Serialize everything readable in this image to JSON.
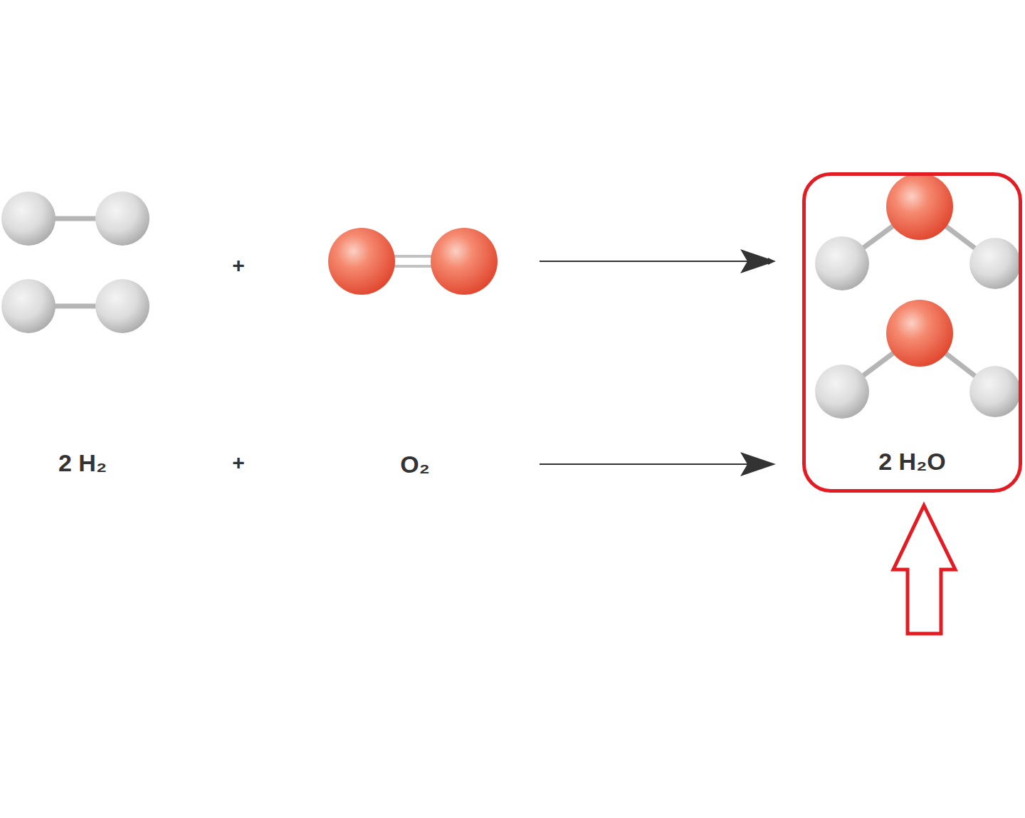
{
  "diagram": {
    "nodes": [
      {
        "text": [
          "2 H₂O"
        ]
      }
    ],
    "labels": [
      "+",
      "2 H₂",
      "+",
      "O₂"
    ]
  }
}
